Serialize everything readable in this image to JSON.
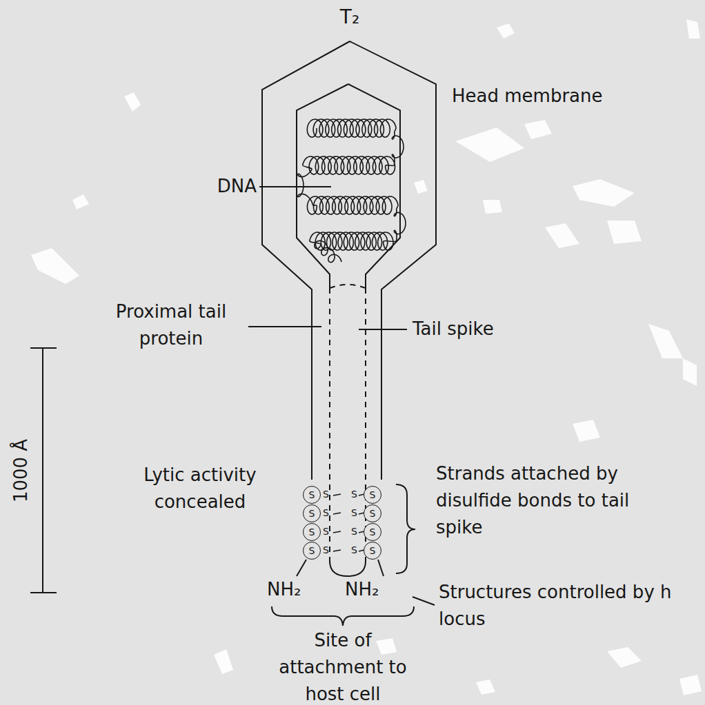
{
  "diagram": {
    "title": "T₂",
    "nodes": [
      {
        "text": [
          "S"
        ]
      },
      {
        "text": [
          "S"
        ]
      },
      {
        "text": [
          "S"
        ]
      },
      {
        "text": [
          "S"
        ]
      },
      {
        "text": [
          "S"
        ]
      },
      {
        "text": [
          "S"
        ]
      },
      {
        "text": [
          "S"
        ]
      },
      {
        "text": [
          "S"
        ]
      }
    ],
    "labels": [
      "Head membrane",
      "DNA",
      "Proximal tail protein",
      "Tail spike",
      "1000 Å",
      "Lytic activity concealed",
      "Strands attached by disulfide bonds to tail spike",
      "S",
      "S",
      "S",
      "S",
      "S",
      "S",
      "S",
      "S",
      "NH₂",
      "NH₂",
      "Structures controlled by h locus",
      "Site of attachment to host cell"
    ]
  }
}
